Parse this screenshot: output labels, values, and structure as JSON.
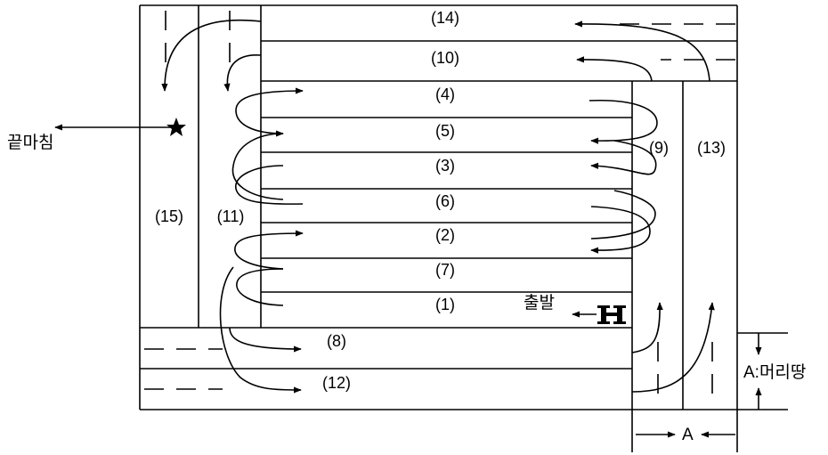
{
  "strips": {
    "s1": "(1)",
    "s2": "(2)",
    "s3": "(3)",
    "s4": "(4)",
    "s5": "(5)",
    "s6": "(6)",
    "s7": "(7)",
    "s8": "(8)",
    "s9": "(9)",
    "s10": "(10)",
    "s11": "(11)",
    "s12": "(12)",
    "s13": "(13)",
    "s14": "(14)",
    "s15": "(15)"
  },
  "labels": {
    "start": "출발",
    "end": "끝마침",
    "headland": "A:머리땅",
    "width": "A"
  },
  "icons": {
    "start": "tractor-icon",
    "end": "star-icon"
  },
  "colors": {
    "line": "#000000",
    "background": "#ffffff"
  }
}
